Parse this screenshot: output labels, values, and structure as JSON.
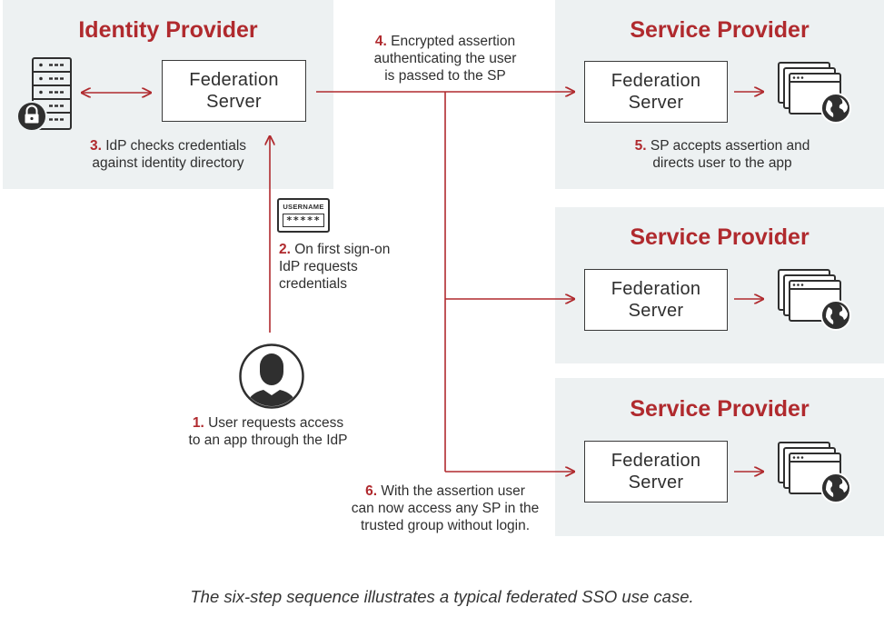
{
  "idp": {
    "title": "Identity Provider",
    "server_line1": "Federation",
    "server_line2": "Server"
  },
  "sp_panels": [
    {
      "title": "Service Provider",
      "server_line1": "Federation",
      "server_line2": "Server"
    },
    {
      "title": "Service Provider",
      "server_line1": "Federation",
      "server_line2": "Server"
    },
    {
      "title": "Service Provider",
      "server_line1": "Federation",
      "server_line2": "Server"
    }
  ],
  "credential_card": {
    "label": "USERNAME",
    "mask": "*****"
  },
  "steps": {
    "s1": {
      "num": "1.",
      "line1": "User requests access",
      "line2": "to an app through the IdP"
    },
    "s2": {
      "num": "2.",
      "line1": "On first sign-on",
      "line2": "IdP requests",
      "line3": "credentials"
    },
    "s3": {
      "num": "3.",
      "line1": "IdP checks credentials",
      "line2": "against identity directory"
    },
    "s4": {
      "num": "4.",
      "line1": "Encrypted assertion",
      "line2": "authenticating the user",
      "line3": "is passed to the SP"
    },
    "s5": {
      "num": "5.",
      "line1": "SP accepts assertion and",
      "line2": "directs user to the app"
    },
    "s6": {
      "num": "6.",
      "line1": "With the assertion user",
      "line2": "can now access any SP in the",
      "line3": "trusted group without login."
    }
  },
  "caption": "The six-step sequence illustrates a typical federated SSO use case.",
  "colors": {
    "accent": "#b02a2e",
    "panel": "#edf1f2",
    "ink": "#2f2f2f"
  },
  "icons": [
    "server-rack-icon",
    "lock-icon",
    "credential-card-icon",
    "user-avatar-icon",
    "browser-windows-globe-icon"
  ]
}
